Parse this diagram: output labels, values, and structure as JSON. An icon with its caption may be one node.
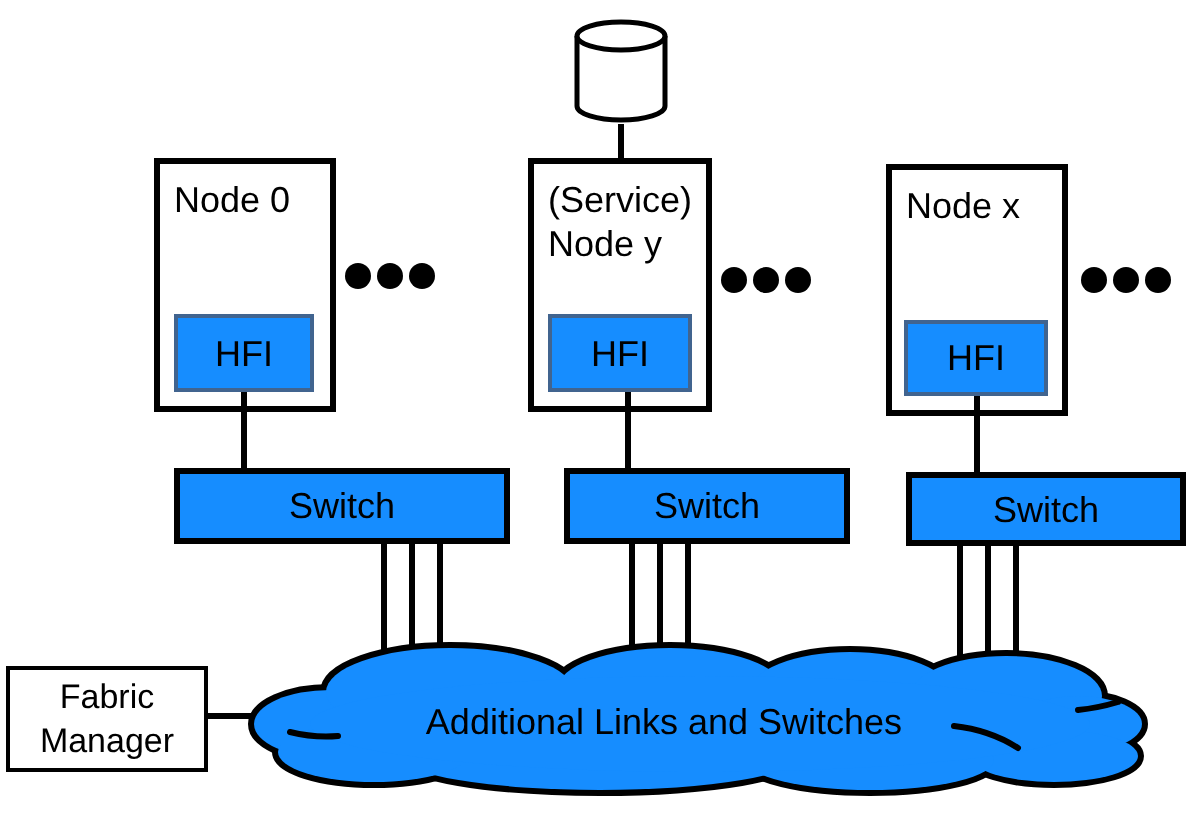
{
  "diagram": {
    "nodes": [
      {
        "text": [
          "Node 0"
        ]
      },
      {
        "text": [
          "HFI"
        ],
        "in": 0
      },
      {
        "text": [],
        "shape": "cylinder"
      },
      {
        "text": [
          "(Service) Node y"
        ]
      },
      {
        "text": [
          "HFI"
        ],
        "in": 3
      },
      {
        "text": [
          "Node x"
        ]
      },
      {
        "text": [
          "HFI"
        ],
        "in": 5
      },
      {
        "text": [
          "Switch"
        ]
      },
      {
        "text": [
          "Switch"
        ]
      },
      {
        "text": [
          "Switch"
        ]
      },
      {
        "text": [
          "Fabric Manager"
        ]
      },
      {
        "text": [
          "Additional Links and Switches"
        ]
      }
    ],
    "edges": [
      {
        "from": 2,
        "to": 3,
        "arrow": "none"
      },
      {
        "from": 1,
        "to": 7,
        "arrow": "none"
      },
      {
        "from": 4,
        "to": 8,
        "arrow": "none"
      },
      {
        "from": 6,
        "to": 9,
        "arrow": "none"
      },
      {
        "from": 7,
        "to": 11,
        "arrow": "none"
      },
      {
        "from": 7,
        "to": 11,
        "arrow": "none"
      },
      {
        "from": 7,
        "to": 11,
        "arrow": "none"
      },
      {
        "from": 8,
        "to": 11,
        "arrow": "none"
      },
      {
        "from": 8,
        "to": 11,
        "arrow": "none"
      },
      {
        "from": 8,
        "to": 11,
        "arrow": "none"
      },
      {
        "from": 9,
        "to": 11,
        "arrow": "none"
      },
      {
        "from": 9,
        "to": 11,
        "arrow": "none"
      },
      {
        "from": 9,
        "to": 11,
        "arrow": "none"
      },
      {
        "from": 10,
        "to": 11,
        "arrow": "none"
      }
    ]
  }
}
